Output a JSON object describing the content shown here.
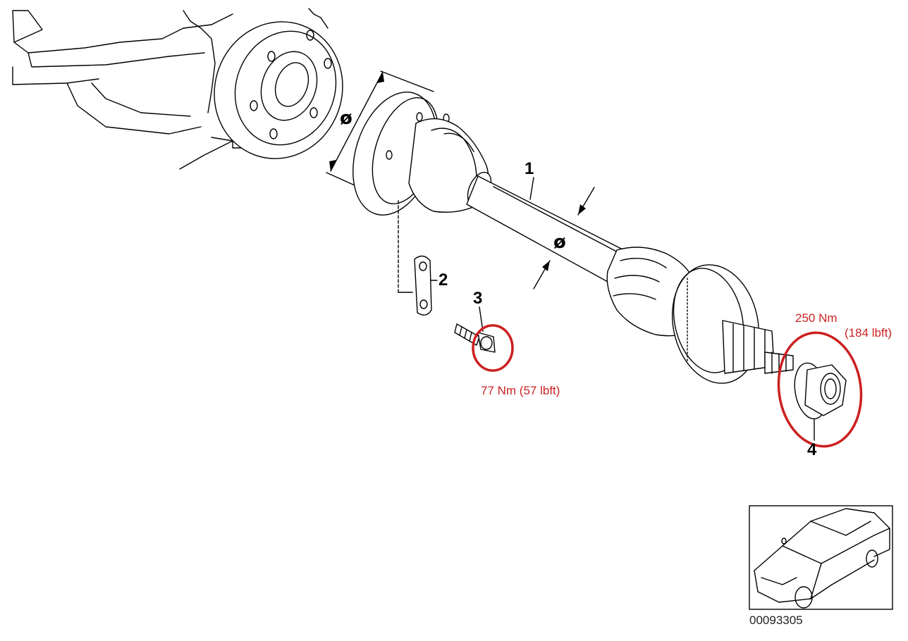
{
  "callouts": {
    "part1": "1",
    "part2": "2",
    "part3": "3",
    "part4": "4"
  },
  "diameter_symbol": "ø",
  "torque": {
    "bolt": "77 Nm  (57 lbft)",
    "nut_nm": "250 Nm",
    "nut_lbft": "(184 lbft)",
    "highlight_color": "#cc2222"
  },
  "diagram_code": "00093305",
  "icons": [
    "differential-housing",
    "drive-shaft",
    "locking-plate",
    "bolt",
    "collar-nut",
    "car-thumbnail"
  ]
}
